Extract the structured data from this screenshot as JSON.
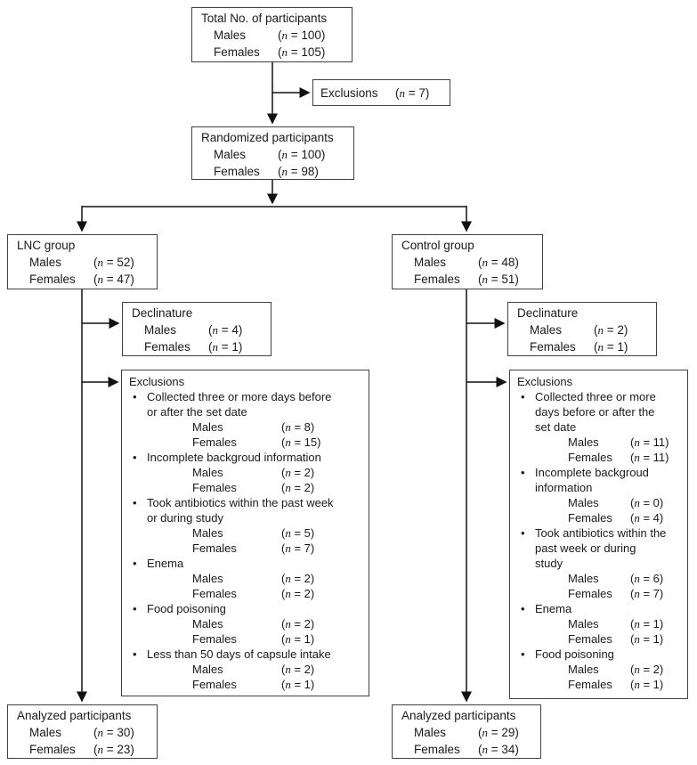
{
  "colors": {
    "box_border": "#404040",
    "text": "#1a1a1a",
    "arrow": "#111111",
    "background": "#ffffff"
  },
  "diagram": {
    "total": {
      "title": "Total No. of participants",
      "rows": [
        {
          "label": "Males",
          "n": 100
        },
        {
          "label": "Females",
          "n": 105
        }
      ]
    },
    "exclusions_top": {
      "title": "Exclusions",
      "n": 7
    },
    "randomized": {
      "title": "Randomized participants",
      "rows": [
        {
          "label": "Males",
          "n": 100
        },
        {
          "label": "Females",
          "n": 98
        }
      ]
    },
    "lnc": {
      "title": "LNC group",
      "rows": [
        {
          "label": "Males",
          "n": 52
        },
        {
          "label": "Females",
          "n": 47
        }
      ]
    },
    "control": {
      "title": "Control group",
      "rows": [
        {
          "label": "Males",
          "n": 48
        },
        {
          "label": "Females",
          "n": 51
        }
      ]
    },
    "lnc_declinature": {
      "title": "Declinature",
      "rows": [
        {
          "label": "Males",
          "n": 4
        },
        {
          "label": "Females",
          "n": 1
        }
      ]
    },
    "control_declinature": {
      "title": "Declinature",
      "rows": [
        {
          "label": "Males",
          "n": 2
        },
        {
          "label": "Females",
          "n": 1
        }
      ]
    },
    "lnc_exclusions": {
      "title": "Exclusions",
      "items": [
        {
          "text": "Collected three or more days before\nor after the set date",
          "rows": [
            {
              "label": "Males",
              "n": 8
            },
            {
              "label": "Females",
              "n": 15
            }
          ]
        },
        {
          "text": "Incomplete backgroud information",
          "rows": [
            {
              "label": "Males",
              "n": 2
            },
            {
              "label": "Females",
              "n": 2
            }
          ]
        },
        {
          "text": "Took antibiotics within the past week\nor during study",
          "rows": [
            {
              "label": "Males",
              "n": 5
            },
            {
              "label": "Females",
              "n": 7
            }
          ]
        },
        {
          "text": "Enema",
          "rows": [
            {
              "label": "Males",
              "n": 2
            },
            {
              "label": "Females",
              "n": 2
            }
          ]
        },
        {
          "text": "Food poisoning",
          "rows": [
            {
              "label": "Males",
              "n": 2
            },
            {
              "label": "Females",
              "n": 1
            }
          ]
        },
        {
          "text": "Less than 50 days of capsule intake",
          "rows": [
            {
              "label": "Males",
              "n": 2
            },
            {
              "label": "Females",
              "n": 1
            }
          ]
        }
      ]
    },
    "control_exclusions": {
      "title": "Exclusions",
      "items": [
        {
          "text": "Collected three or more\ndays before or after the\nset date",
          "rows": [
            {
              "label": "Males",
              "n": 11
            },
            {
              "label": "Females",
              "n": 11
            }
          ]
        },
        {
          "text": "Incomplete backgroud\ninformation",
          "rows": [
            {
              "label": "Males",
              "n": 0
            },
            {
              "label": "Females",
              "n": 4
            }
          ]
        },
        {
          "text": "Took antibiotics within the\npast week or during\nstudy",
          "rows": [
            {
              "label": "Males",
              "n": 6
            },
            {
              "label": "Females",
              "n": 7
            }
          ]
        },
        {
          "text": "Enema",
          "rows": [
            {
              "label": "Males",
              "n": 1
            },
            {
              "label": "Females",
              "n": 1
            }
          ]
        },
        {
          "text": "Food poisoning",
          "rows": [
            {
              "label": "Males",
              "n": 2
            },
            {
              "label": "Females",
              "n": 1
            }
          ]
        }
      ]
    },
    "lnc_analyzed": {
      "title": "Analyzed participants",
      "rows": [
        {
          "label": "Males",
          "n": 30
        },
        {
          "label": "Females",
          "n": 23
        }
      ]
    },
    "control_analyzed": {
      "title": "Analyzed participants",
      "rows": [
        {
          "label": "Males",
          "n": 29
        },
        {
          "label": "Females",
          "n": 34
        }
      ]
    }
  }
}
